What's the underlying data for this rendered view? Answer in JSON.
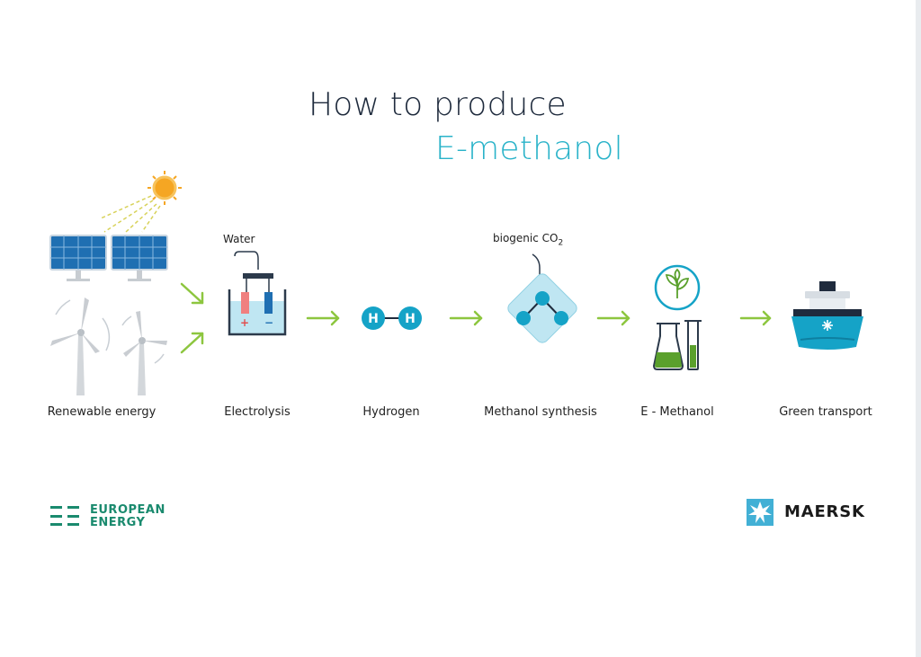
{
  "title": {
    "line1": "How to produce",
    "line2": "E-methanol"
  },
  "callouts": {
    "water": "Water",
    "co2_prefix": "biogenic CO",
    "co2_sub": "2"
  },
  "stages": [
    {
      "label": "Renewable energy",
      "icon": "solar-wind-icon"
    },
    {
      "label": "Electrolysis",
      "icon": "electrolysis-cell-icon"
    },
    {
      "label": "Hydrogen",
      "icon": "hydrogen-molecule-icon"
    },
    {
      "label": "Methanol synthesis",
      "icon": "synthesis-reactor-icon"
    },
    {
      "label": "E - Methanol",
      "icon": "lab-flask-icon"
    },
    {
      "label": "Green transport",
      "icon": "container-ship-icon"
    }
  ],
  "hydrogen_symbol": "H",
  "electrode_symbols": {
    "positive": "+",
    "negative": "−"
  },
  "logos": {
    "european_energy": {
      "line1": "EUROPEAN",
      "line2": "ENERGY",
      "color": "#1a8a6e"
    },
    "maersk": {
      "text": "MAERSK",
      "color": "#42b0d5"
    }
  },
  "colors": {
    "title_dark": "#1f2b3d",
    "title_accent": "#2ab3c9",
    "arrow_green": "#8dc63f",
    "solar_blue": "#1f6fb2",
    "sun_orange": "#f5a623",
    "icon_teal": "#15a3c7",
    "methanol_green": "#5aa02c"
  }
}
